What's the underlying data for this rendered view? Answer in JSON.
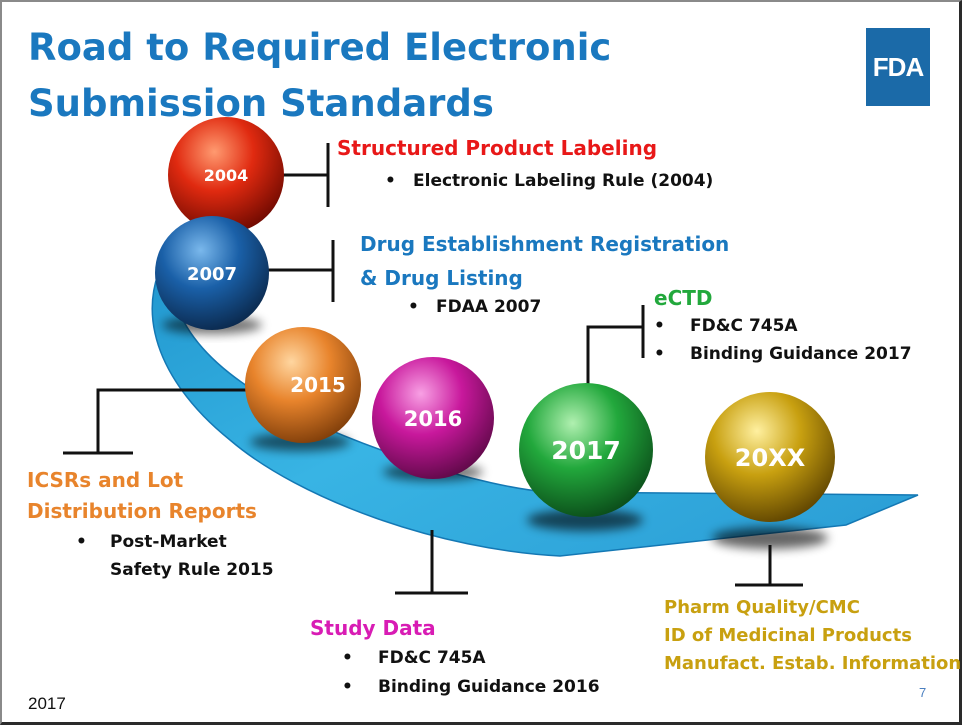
{
  "title": "Road to Required Electronic Submission Standards",
  "logo_text": "FDA",
  "milestones": [
    {
      "year": "2004",
      "color": "#e02010"
    },
    {
      "year": "2007",
      "color": "#1a60a8"
    },
    {
      "year": "2015",
      "color": "#e8842c"
    },
    {
      "year": "2016",
      "color": "#c8189c"
    },
    {
      "year": "2017",
      "color": "#22a83c"
    },
    {
      "year": "20XX",
      "color": "#c8a010"
    }
  ],
  "spl": {
    "heading": "Structured Product Labeling",
    "bullets": [
      "Electronic Labeling Rule (2004)"
    ]
  },
  "drl": {
    "heading_line1": "Drug Establishment Registration",
    "heading_line2": "&  Drug Listing",
    "bullets": [
      "FDAA 2007"
    ]
  },
  "ectd": {
    "heading": "eCTD",
    "bullets": [
      "FD&C 745A",
      "Binding Guidance 2017"
    ]
  },
  "icsr": {
    "heading_line1": "ICSRs and Lot",
    "heading_line2": "Distribution Reports",
    "bullet_line1": "Post-Market",
    "bullet_line2": "Safety Rule 2015"
  },
  "study": {
    "heading": "Study Data",
    "bullets": [
      "FD&C 745A",
      "Binding Guidance 2016"
    ]
  },
  "pq": {
    "lines": [
      "Pharm Quality/CMC",
      "ID of Medicinal Products",
      "Manufact. Estab. Information"
    ]
  },
  "bullet_symbol": "•",
  "footer_year": "2017",
  "page_number": "7",
  "colors": {
    "title": "#1a78bf",
    "arrow": "#2ea8d8",
    "spl": "#e81818",
    "drl": "#1a78bf",
    "ectd": "#22a83c",
    "icsr": "#e8842c",
    "study": "#d81cb4",
    "pq": "#c8a010"
  }
}
